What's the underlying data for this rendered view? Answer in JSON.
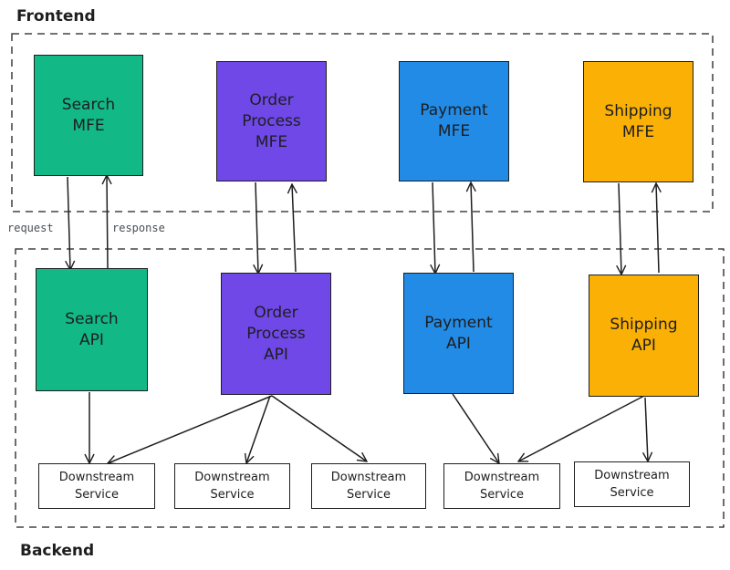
{
  "frontend_label": "Frontend",
  "backend_label": "Backend",
  "edge_labels": {
    "request": "request",
    "response": "response"
  },
  "colors": {
    "search": "#12b886",
    "order": "#7048e8",
    "payment": "#228be6",
    "shipping": "#fab005",
    "stroke": "#1e1e1e"
  },
  "mfe": [
    {
      "id": "search-mfe",
      "label": "Search\nMFE",
      "color": "search"
    },
    {
      "id": "order-process-mfe",
      "label": "Order\nProcess\nMFE",
      "color": "order"
    },
    {
      "id": "payment-mfe",
      "label": "Payment\nMFE",
      "color": "payment"
    },
    {
      "id": "shipping-mfe",
      "label": "Shipping\nMFE",
      "color": "shipping"
    }
  ],
  "api": [
    {
      "id": "search-api",
      "label": "Search\nAPI",
      "color": "search"
    },
    {
      "id": "order-process-api",
      "label": "Order\nProcess\nAPI",
      "color": "order"
    },
    {
      "id": "payment-api",
      "label": "Payment\nAPI",
      "color": "payment"
    },
    {
      "id": "shipping-api",
      "label": "Shipping\nAPI",
      "color": "shipping"
    }
  ],
  "services": [
    {
      "label": "Downstream\nService"
    },
    {
      "label": "Downstream\nService"
    },
    {
      "label": "Downstream\nService"
    },
    {
      "label": "Downstream\nService"
    },
    {
      "label": "Downstream\nService"
    }
  ]
}
